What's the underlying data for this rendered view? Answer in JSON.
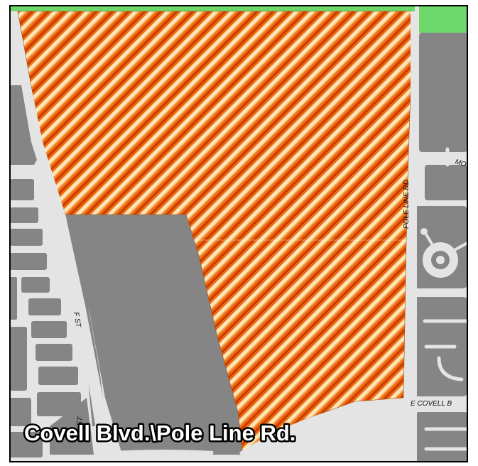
{
  "map": {
    "title": "Covell Blvd.\\Pole Line Rd.",
    "streets": {
      "f_st": "F ST",
      "f_st_lower": "ST",
      "pole_line_rd": "POLE LINE RD",
      "e_covell": "E COVELL B",
      "mo": "MO"
    },
    "colors": {
      "block": "#858585",
      "street": "#e4e4e4",
      "park": "#6cd86c",
      "hatch_dark": "#c63c00",
      "hatch_orange": "#f06a10",
      "hatch_light": "#fbe6b8",
      "frame": "#000000"
    }
  }
}
